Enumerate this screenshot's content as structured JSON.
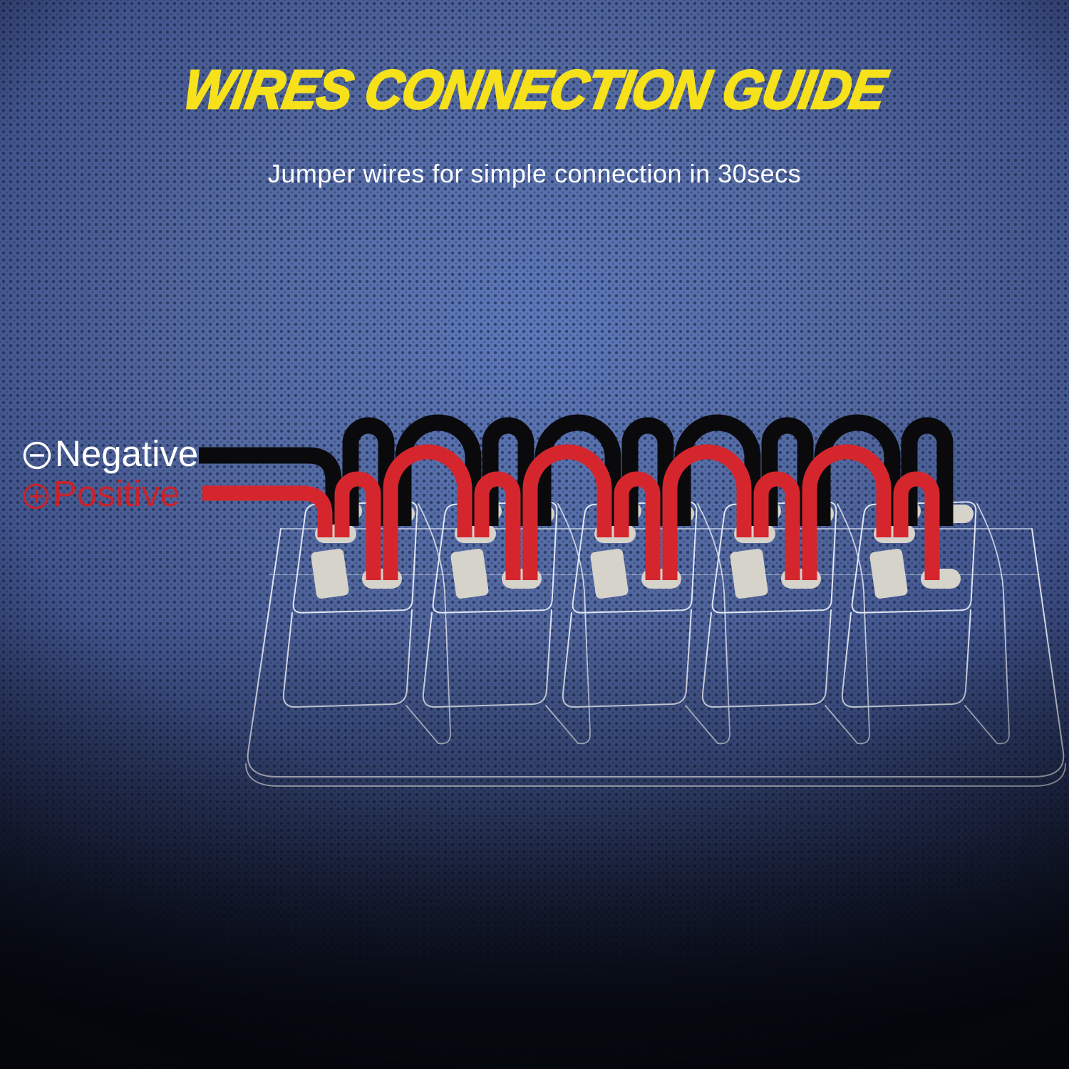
{
  "header": {
    "title": "WIRES CONNECTION GUIDE",
    "subtitle": "Jumper wires for simple connection in 30secs"
  },
  "legend": {
    "negative": {
      "label": "Negative",
      "polarity": "-",
      "icon": "circle-minus-icon",
      "text_color": "#ffffff",
      "wire_color": "#0a0a0c"
    },
    "positive": {
      "label": "Positive",
      "polarity": "+",
      "icon": "circle-plus-icon",
      "text_color": "#c7232c",
      "wire_color": "#d6262d"
    }
  },
  "colors": {
    "title_yellow": "#f6e11b",
    "subtitle_white": "#ffffff",
    "background_blue": "#5b76b6",
    "background_dark": "#0b0e18",
    "outline_white": "#eef2fb",
    "terminal_pad_gray": "#d6d3cb"
  },
  "diagram": {
    "switch_count": 5,
    "negative_jumper_count": 9,
    "positive_jumper_count": 9,
    "pads_per_switch": 4
  }
}
